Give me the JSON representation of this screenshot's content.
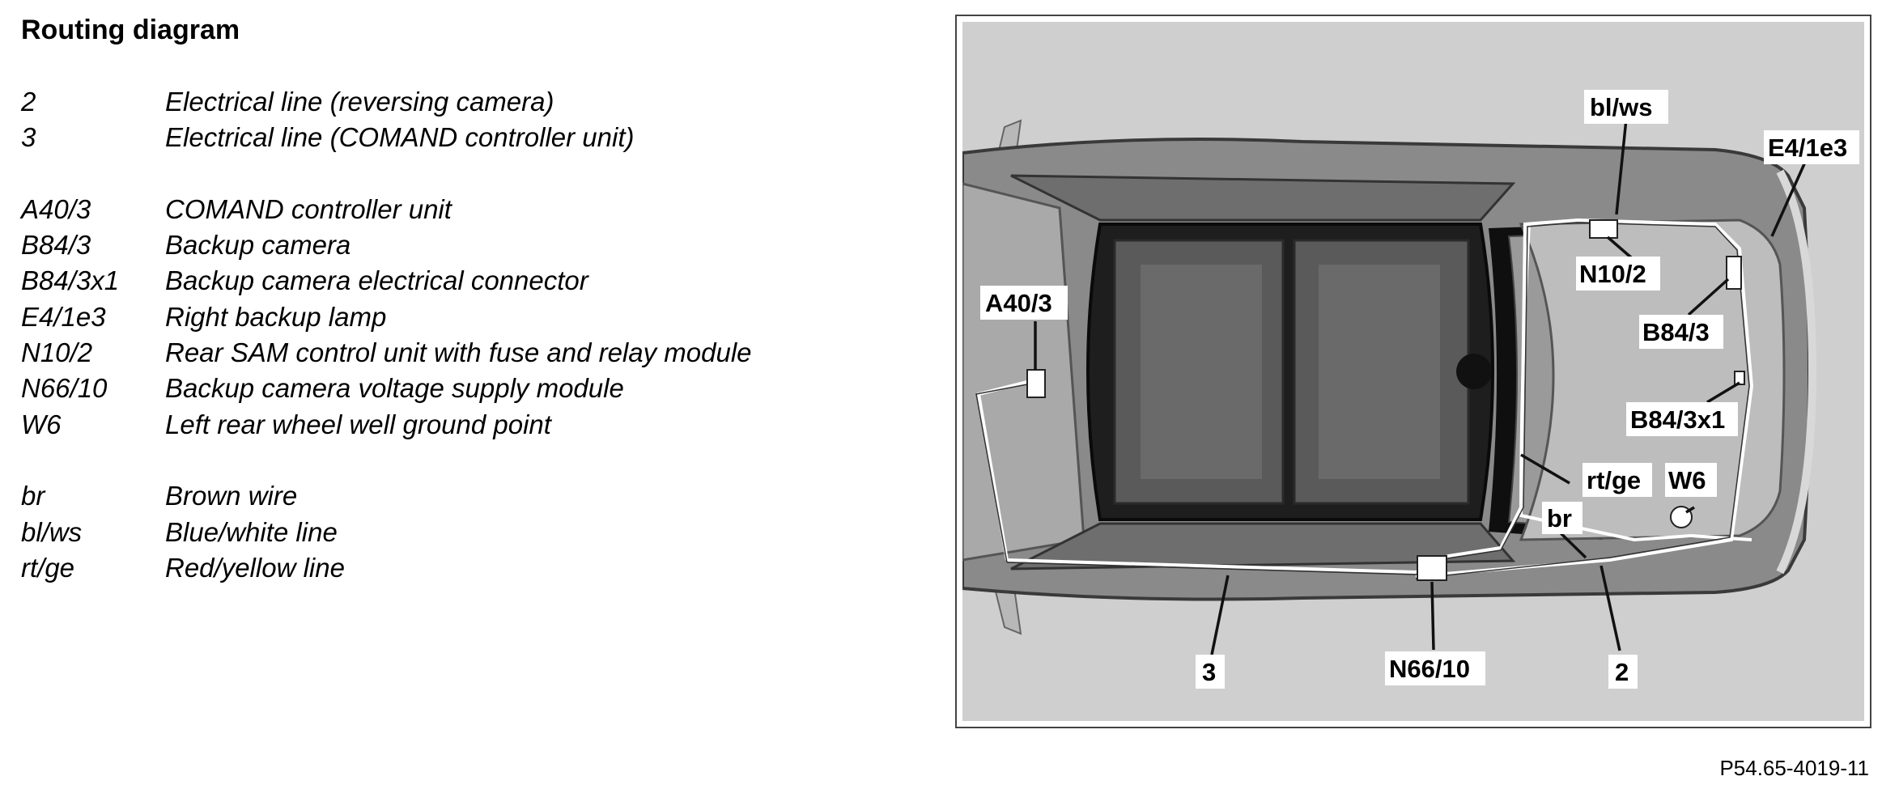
{
  "header": {
    "title": "Routing diagram"
  },
  "legend": {
    "group1": [
      {
        "code": "2",
        "desc": "Electrical line (reversing camera)"
      },
      {
        "code": "3",
        "desc": "Electrical line (COMAND controller unit)"
      }
    ],
    "group2": [
      {
        "code": "A40/3",
        "desc": "COMAND controller unit"
      },
      {
        "code": "B84/3",
        "desc": "Backup camera"
      },
      {
        "code": "B84/3x1",
        "desc": "Backup camera electrical connector"
      },
      {
        "code": "E4/1e3",
        "desc": "Right backup lamp"
      },
      {
        "code": "N10/2",
        "desc": "Rear SAM control unit with fuse and relay module"
      },
      {
        "code": "N66/10",
        "desc": "Backup camera voltage supply module"
      },
      {
        "code": "W6",
        "desc": "Left rear wheel well ground point"
      }
    ],
    "group3": [
      {
        "code": "br",
        "desc": "Brown wire"
      },
      {
        "code": "bl/ws",
        "desc": "Blue/white line"
      },
      {
        "code": "rt/ge",
        "desc": "Red/yellow line"
      }
    ]
  },
  "diagram": {
    "labels": {
      "bl_ws": "bl/ws",
      "e4_1e3": "E4/1e3",
      "n10_2": "N10/2",
      "a40_3": "A40/3",
      "b84_3": "B84/3",
      "b84_3x1": "B84/3x1",
      "rt_ge": "rt/ge",
      "w6": "W6",
      "br": "br",
      "three": "3",
      "n66_10": "N66/10",
      "two": "2"
    }
  },
  "footer": {
    "figure_id": "P54.65-4019-11"
  }
}
